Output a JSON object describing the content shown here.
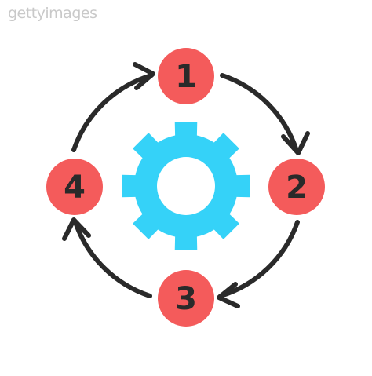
{
  "watermark": {
    "text": "gettyimages"
  },
  "colors": {
    "node_fill": "#f45b5b",
    "node_text": "#2a2a2a",
    "arrow": "#2a2a2a",
    "gear": "#35d2f8",
    "background": "#ffffff"
  },
  "center_icon": "gear-icon",
  "steps": [
    {
      "label": "1"
    },
    {
      "label": "2"
    },
    {
      "label": "3"
    },
    {
      "label": "4"
    }
  ]
}
